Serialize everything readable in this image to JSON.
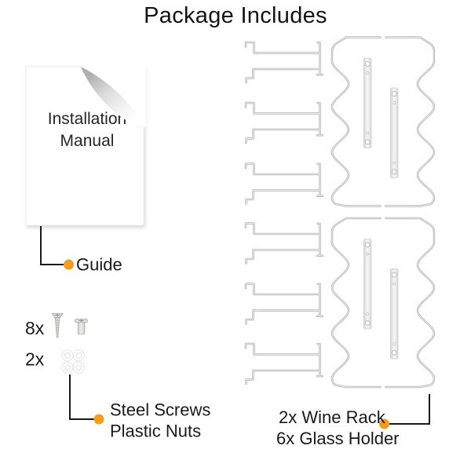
{
  "title": "Package Includes",
  "accent_color": "#F59B20",
  "line_color": "#1a1a1a",
  "wire_color": "#b2b2b2",
  "manual": {
    "text_line1": "Installation",
    "text_line2": "Manual",
    "callout_label": "Guide"
  },
  "hardware": {
    "screws_qty": "8x",
    "nuts_qty": "2x",
    "callout_line1": "Steel Screws",
    "callout_line2": "Plastic Nuts"
  },
  "rack_callout": {
    "line1": "2x Wine Rack",
    "line2": "6x Glass Holder"
  },
  "icons": {
    "manual": "paper-with-curled-corner",
    "screw": "countersunk-steel-screw",
    "barrel_nut": "barrel-screw",
    "plastic_nut": "white-ring-nut",
    "glass_holder": "wire-stemware-rail",
    "wine_rack": "wavy-wire-bottle-rack",
    "callout_dot": "orange-dot"
  }
}
